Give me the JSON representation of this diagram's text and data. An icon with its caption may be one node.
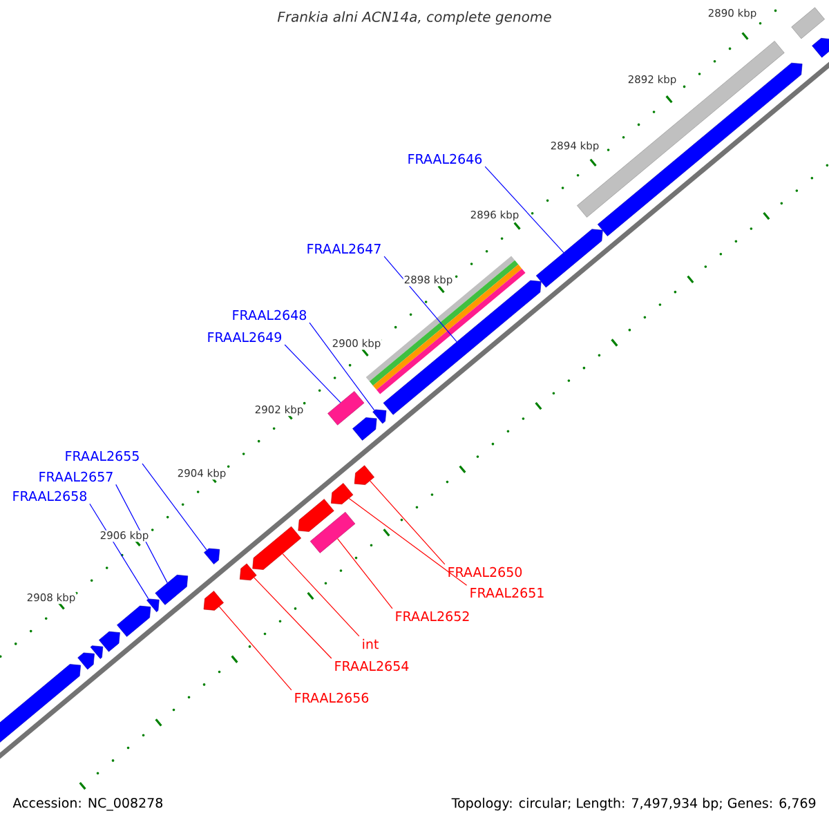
{
  "diagram": {
    "title": "Frankia alni ACN14a, complete genome",
    "nodes": [
      {
        "text": [
          "FRAAL2646"
        ]
      },
      {
        "text": [
          "FRAAL2647"
        ]
      },
      {
        "text": [
          "FRAAL2648"
        ]
      },
      {
        "text": [
          "FRAAL2649"
        ]
      },
      {
        "text": [
          "FRAAL2655"
        ]
      },
      {
        "text": [
          "FRAAL2657"
        ]
      },
      {
        "text": [
          "FRAAL2658"
        ]
      },
      {
        "text": [
          "FRAAL2650"
        ]
      },
      {
        "text": [
          "FRAAL2651"
        ]
      },
      {
        "text": [
          "FRAAL2652"
        ]
      },
      {
        "text": [
          "int"
        ]
      },
      {
        "text": [
          "FRAAL2654"
        ]
      },
      {
        "text": [
          "FRAAL2656"
        ]
      },
      {
        "text": [],
        "shape": "box"
      },
      {
        "text": [],
        "shape": "bar"
      },
      {
        "text": [],
        "shape": "box"
      },
      {
        "text": [],
        "shape": "bar"
      },
      {
        "text": [],
        "shape": "bar"
      },
      {
        "text": [],
        "shape": "bar"
      },
      {
        "text": [],
        "shape": "box"
      },
      {
        "text": [],
        "shape": "bar"
      },
      {
        "text": [],
        "shape": "bar"
      },
      {
        "text": [],
        "shape": "bar"
      },
      {
        "text": [],
        "shape": "bar"
      },
      {
        "text": [],
        "shape": "bar"
      },
      {
        "text": [],
        "shape": "box"
      },
      {
        "text": [],
        "shape": "bar"
      },
      {
        "text": [],
        "shape": "bar"
      },
      {
        "text": [],
        "shape": "bar"
      },
      {
        "text": [],
        "shape": "bar"
      },
      {
        "text": [],
        "shape": "bar"
      },
      {
        "text": [],
        "shape": "bar"
      },
      {
        "text": [],
        "shape": "bar"
      },
      {
        "text": [],
        "shape": "bar"
      },
      {
        "text": [],
        "shape": "bar"
      },
      {
        "text": [],
        "shape": "bar"
      },
      {
        "text": [],
        "shape": "bar"
      }
    ],
    "edges": [
      {
        "from": 0,
        "to": 17,
        "arrow": "none"
      },
      {
        "from": 1,
        "to": 18,
        "arrow": "none"
      },
      {
        "from": 2,
        "to": 20,
        "arrow": "none"
      },
      {
        "from": 3,
        "to": 19,
        "arrow": "none"
      },
      {
        "from": 4,
        "to": 27,
        "arrow": "none"
      },
      {
        "from": 5,
        "to": 30,
        "arrow": "none"
      },
      {
        "from": 6,
        "to": 31,
        "arrow": "none"
      },
      {
        "from": 7,
        "to": 22,
        "arrow": "none",
        "color": "#ff0000"
      },
      {
        "from": 8,
        "to": 23,
        "arrow": "none",
        "color": "#ff0000"
      },
      {
        "from": 9,
        "to": 25,
        "arrow": "none",
        "color": "#ff0000"
      },
      {
        "from": 10,
        "to": 26,
        "arrow": "none",
        "color": "#ff0000"
      },
      {
        "from": 11,
        "to": 28,
        "arrow": "none",
        "color": "#ff0000"
      },
      {
        "from": 12,
        "to": 29,
        "arrow": "none",
        "color": "#ff0000"
      }
    ],
    "labels": [
      "2890 kbp",
      "2892 kbp",
      "2894 kbp",
      "2896 kbp",
      "2898 kbp",
      "2900 kbp",
      "2902 kbp",
      "2904 kbp",
      "2906 kbp",
      "2908 kbp",
      "Accession: NC_008278",
      "Topology: circular; Length: 7,497,934 bp; Genes: 6,769"
    ]
  }
}
